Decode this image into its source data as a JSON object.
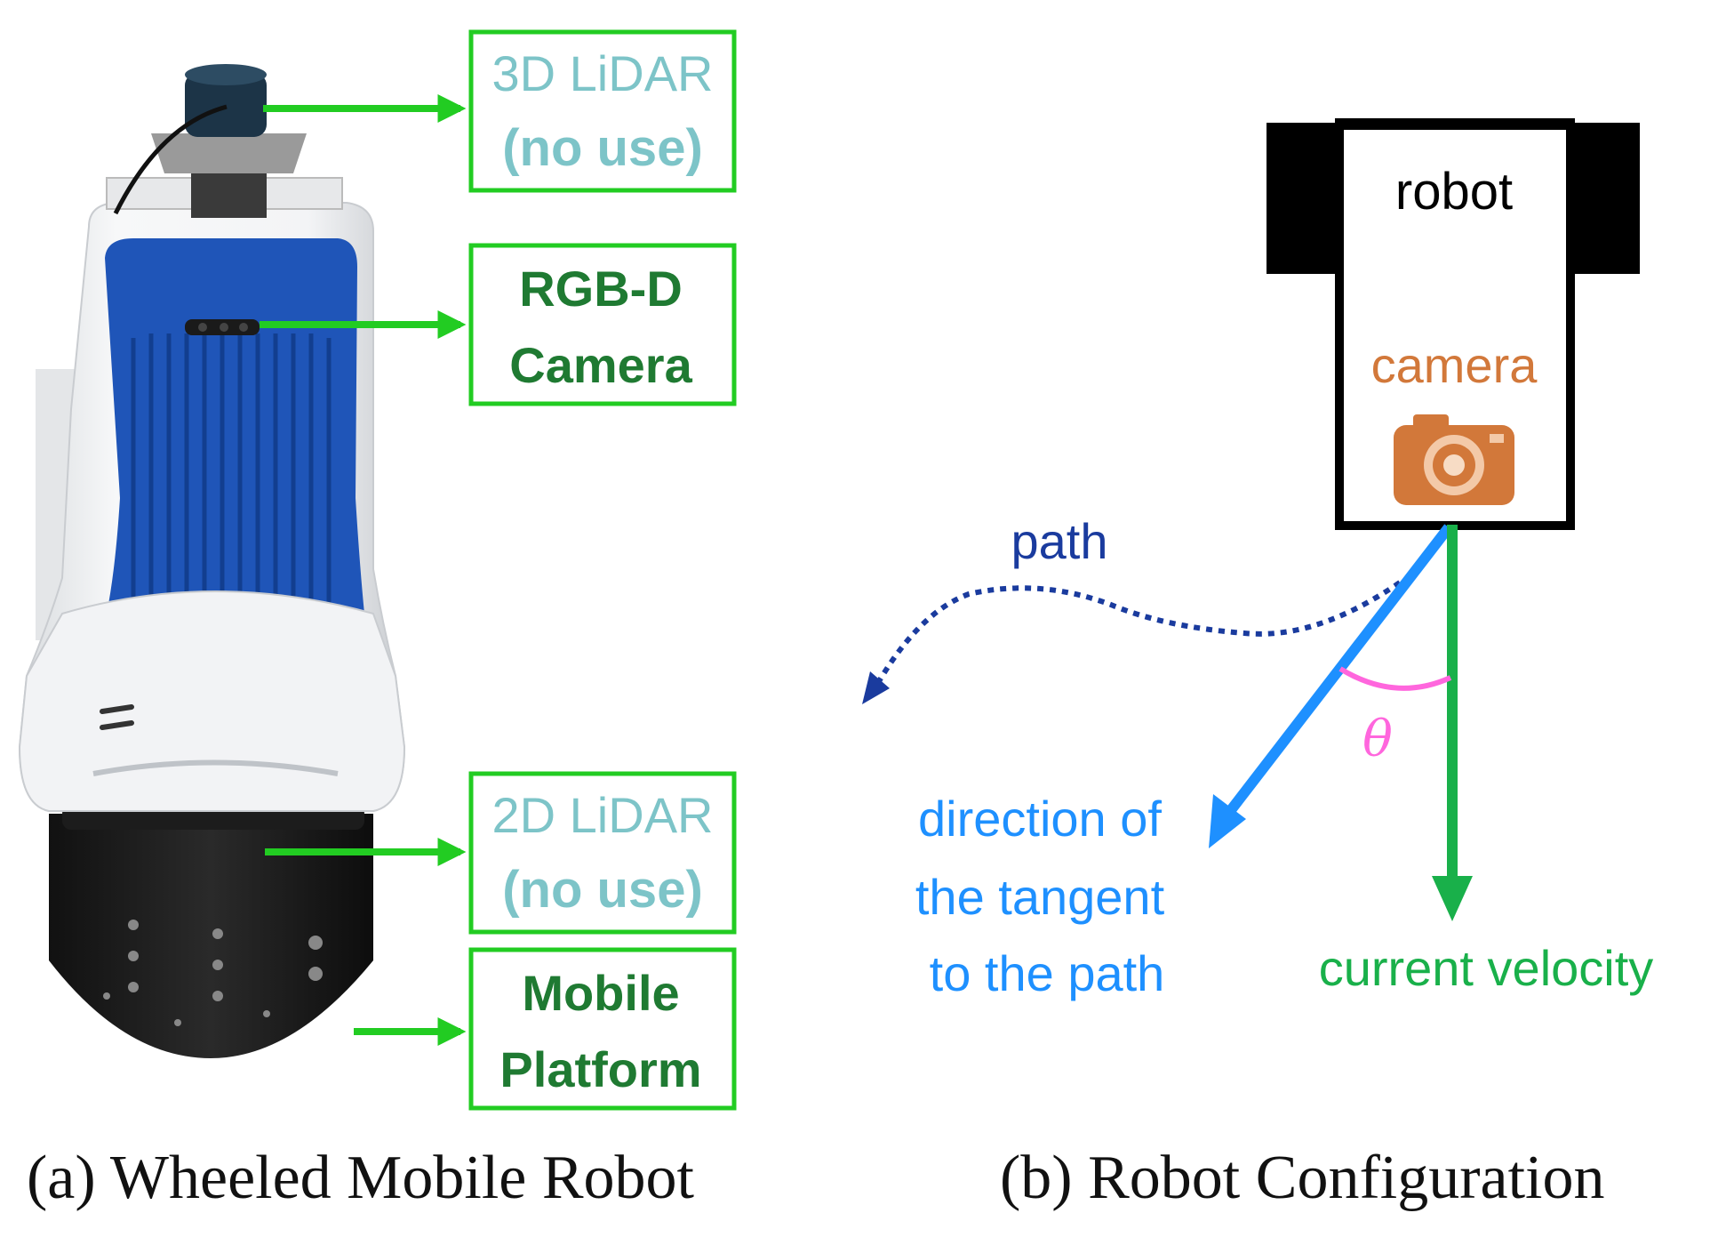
{
  "panel_a": {
    "caption": "(a) Wheeled Mobile Robot",
    "labels": {
      "lidar3d_line1": "3D LiDAR",
      "lidar3d_line2": "(no use)",
      "rgbd_line1": "RGB-D",
      "rgbd_line2": "Camera",
      "lidar2d_line1": "2D LiDAR",
      "lidar2d_line2": "(no use)",
      "platform_line1": "Mobile",
      "platform_line2": "Platform"
    }
  },
  "panel_b": {
    "caption": "(b) Robot Configuration",
    "robot_label": "robot",
    "camera_label": "camera",
    "path_label": "path",
    "angle_label": "θ",
    "tangent_line1": "direction of",
    "tangent_line2": "the tangent",
    "tangent_line3": "to the path",
    "velocity_label": "current velocity"
  },
  "colors": {
    "label_box": "#22cc22",
    "arrow_green": "#22cc22",
    "unused_text": "#7dc4c8",
    "used_text": "#1f7a32",
    "path_blue": "#1a3b9e",
    "tangent_blue": "#1e90ff",
    "velocity_green": "#19b04a",
    "theta_magenta": "#ff66dd",
    "camera_orange": "#d2783a",
    "robot_blue": "#1f55b8"
  }
}
